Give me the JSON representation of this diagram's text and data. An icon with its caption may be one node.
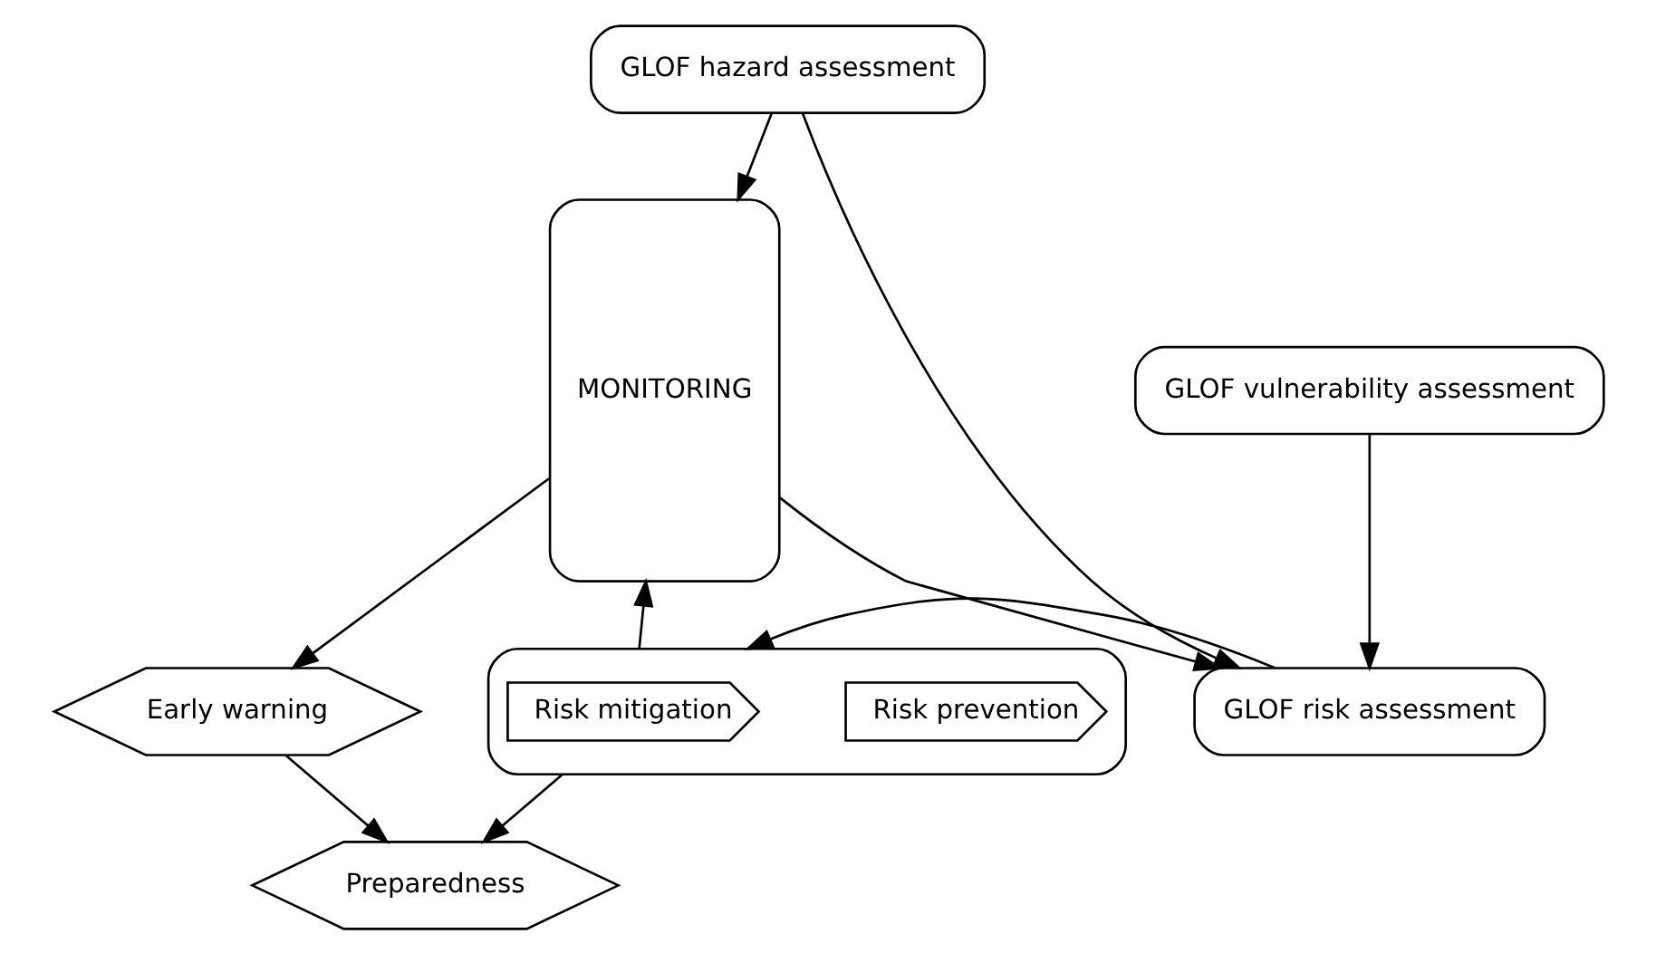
{
  "diagram": {
    "nodes": [
      {
        "text": [
          "GLOF hazard assessment"
        ]
      },
      {
        "text": [
          "GLOF vulnerability assessment"
        ]
      },
      {
        "text": [
          "MONITORING"
        ]
      },
      {
        "text": [
          "Early warning"
        ]
      },
      {
        "text": [
          "GLOF risk assessment"
        ]
      },
      {
        "text": [],
        "shape": "ellipse"
      },
      {
        "text": [
          "Risk prevention"
        ],
        "in": 5
      },
      {
        "text": [
          "Risk mitigation"
        ],
        "in": 5
      },
      {
        "text": [
          "Preparedness"
        ]
      }
    ],
    "edges": [
      {
        "from": 0,
        "to": 2,
        "arrow": "to"
      },
      {
        "from": 0,
        "to": 4,
        "arrow": "to"
      },
      {
        "from": 1,
        "to": 4,
        "arrow": "to"
      },
      {
        "from": 2,
        "to": 4,
        "arrow": "to"
      },
      {
        "from": 4,
        "to": 5,
        "arrow": "to"
      },
      {
        "from": 5,
        "to": 2,
        "arrow": "to"
      },
      {
        "from": 2,
        "to": 3,
        "arrow": "to"
      },
      {
        "from": 3,
        "to": 8,
        "arrow": "to"
      },
      {
        "from": 5,
        "to": 8,
        "arrow": "to"
      }
    ]
  }
}
